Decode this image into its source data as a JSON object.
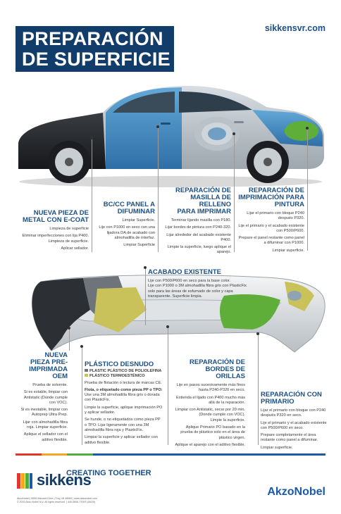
{
  "header": {
    "title_line1": "PREPARACIÓN",
    "title_line2": "DE SUPERFICIE",
    "website": "sikkensvr.com"
  },
  "car_sections": [
    {
      "id": "ecoat",
      "title": [
        "NUEVA PIEZA DE",
        "METAL CON E-COAT"
      ],
      "lines": [
        "Limpieza de superficie",
        "Eliminar imperfecciones con lija P400. Limpieza de superficie.",
        "Aplicar sellador."
      ]
    },
    {
      "id": "bccc",
      "title": [
        "BC/CC PANEL A",
        "DIFUMINAR"
      ],
      "lines": [
        "Limpiar Superficie.",
        "Lije con P1000 en seco con una lijadora DA de acabado con almohadilla de interfaz.",
        "Limpiar Superficie"
      ]
    },
    {
      "id": "masilla",
      "title": [
        "REPARACIÓN DE",
        "MASILLA DE RELLENO",
        "PARA IMPRIMAR"
      ],
      "lines": [
        "Terminar lijando masilla con P180.",
        "Lijar bordes de pintura con P240-320.",
        "Lijar alrededor del acabado existente P400.",
        "Limpie la superficie, luego aplique el aparejo."
      ]
    },
    {
      "id": "imprimacion",
      "title": [
        "REPARACIÓN DE",
        "IMPRIMACIÓN PARA",
        "PINTURA"
      ],
      "lines": [
        "Lijar el primario con bloque P240 después P320.",
        "Lije el primario y el acabado existente con P500/P600.",
        "Prepare el panel restante como panel a difuminar con P1000.",
        "Limpiar superficie."
      ]
    }
  ],
  "bumper_sections": [
    {
      "id": "acabado",
      "title": [
        "ACABADO EXISTENTE"
      ],
      "lines": [
        "Lije con P500/P600 en seco para la base color.",
        "Lije con P1000 o 3M almohadilla fibra gris con PlasticFix solo para las áreas de esfumado de color y capa transparente. Superficie limpia."
      ]
    },
    {
      "id": "oem",
      "title": [
        "NUEVA",
        "PIEZA PRE-",
        "IMPRIMADA",
        "OEM"
      ],
      "lines": [
        "Prueba de solvente.",
        "Si es estable, limpiar con Antistatic (Donde cumple con VOC).",
        "Si es inestable, limpiar con Autoprep Ultra Prep.",
        "Lijar con almohadilla fibra roja. Limpiar superficie.",
        "Aplique el sellador con el aditivo flexible."
      ]
    },
    {
      "id": "plastico",
      "title": [
        "PLÁSTICO DESNUDO"
      ],
      "legend": [
        "PLASTIC PLÁSTICO DE POLIOLEFINA",
        "PLÁSTICO TERMOESTÉNICO"
      ],
      "lines": [
        "Prueba de flotación o lectura de marcas CE.",
        "Flota, o etiquetado como pieza PP o TPO:",
        "Use una 3M almohadilla fibra gris o dorada con PlasticFix.",
        "Limpie la superficie, aplique imprimación PO y aplicar sellador.",
        "Se hunde, o no etiquetados como pieza PP o TPO: Lijar ligeramente con una 3M almohadilla fibra roja y PlasticFix.",
        "Limpiar la superficie y aplicar sellador con aditivo flexible."
      ]
    },
    {
      "id": "orillas",
      "title": [
        "REPARACIÓN DE",
        "BORDES DE ORILLAS"
      ],
      "lines": [
        "Lije en pasos sucesivamente más finos hasta P240-P320 en seco.",
        "Extienda el lijado con P400 mucho más allá de la reparación.",
        "Limpiar con Antistatic, secar por 20 min. (Donde cumple con VOC).",
        "Limpie la superficie.",
        "Aplique Primario PO basado en la prueba de plástico solo en el área de plástico virgen.",
        "Aplique el aparejo con el aditivo flexible."
      ]
    },
    {
      "id": "primario",
      "title": [
        "REPARACIÓN CON",
        "PRIMARIO"
      ],
      "lines": [
        "Lijar el primario con bloque con P240 después P320 en seco.",
        "Lije el primario y el acabado existente con P500/P600 en seco.",
        "Prepare completamente el área restante como panel a difuminar.",
        "Limpiar superficie."
      ]
    }
  ],
  "footer": {
    "tagline": "CREATING TOGETHER",
    "brand": "sikkens",
    "company": "AkzoNobel",
    "fineprint1": "AkzoNobel | 5555 Maxwell Drive | Troy, MI 48084 | www.akzonobel.com",
    "fineprint2": "© 2020 Akzo Nobel N.V. All rights reserved. | 440-0606-7700S (08/20)"
  },
  "colors": {
    "navy": "#123d6b",
    "accent_blue": "#1b4f87",
    "ecoat_dark": "#26282c",
    "bccc_blue": "#4a94c9",
    "primer_grey": "#b9c2c9",
    "green": "#5fae3a",
    "yellow": "#c9c25a",
    "stripes": [
      "#e0362c",
      "#f4a81d",
      "#52ad3b",
      "#1c5aa5"
    ]
  }
}
